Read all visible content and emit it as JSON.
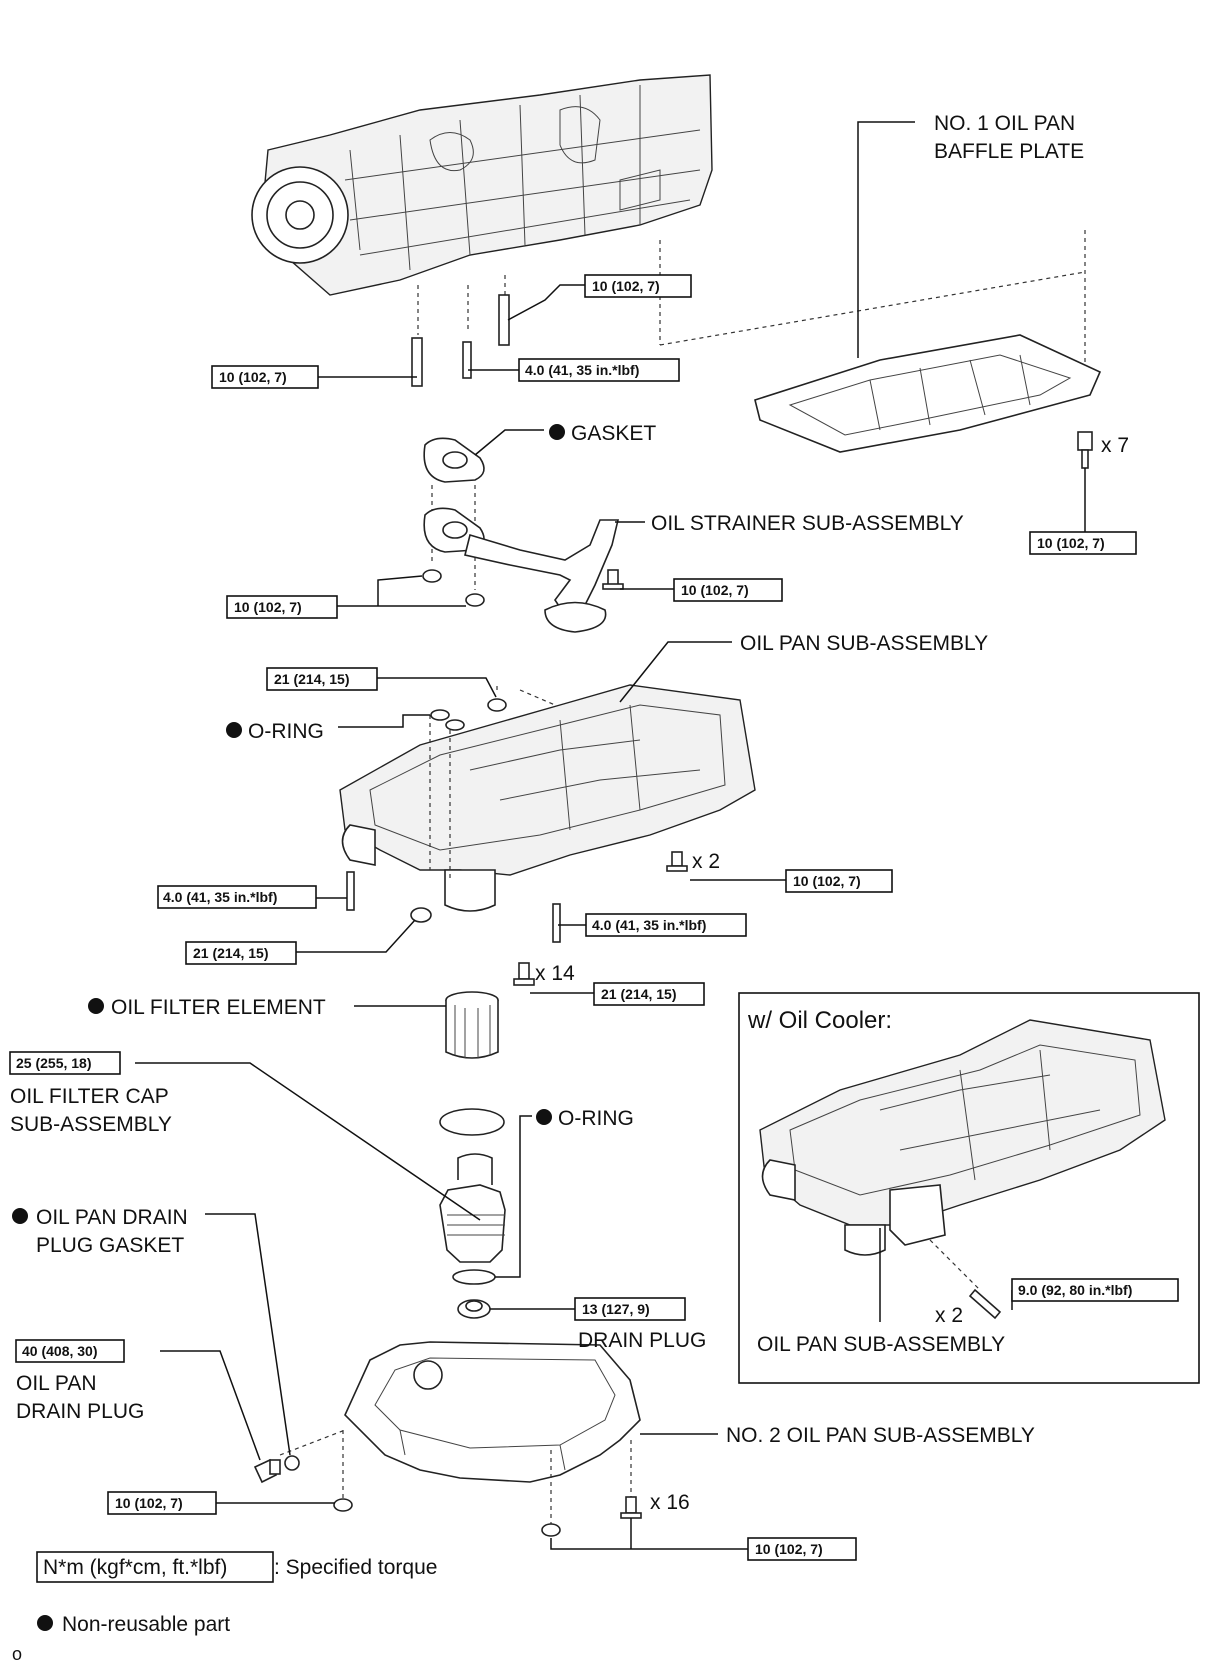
{
  "parts": {
    "baffle_plate_line1": "NO. 1 OIL PAN",
    "baffle_plate_line2": "BAFFLE PLATE",
    "gasket": "GASKET",
    "oil_strainer": "OIL STRAINER SUB-ASSEMBLY",
    "oil_pan_sub_assembly": "OIL PAN SUB-ASSEMBLY",
    "o_ring_upper": "O-RING",
    "oil_filter_element": "OIL FILTER ELEMENT",
    "oil_filter_cap_line1": "OIL FILTER CAP",
    "oil_filter_cap_line2": "SUB-ASSEMBLY",
    "o_ring_lower": "O-RING",
    "drain_plug_gasket_line1": "OIL PAN DRAIN",
    "drain_plug_gasket_line2": "PLUG GASKET",
    "drain_plug": "DRAIN PLUG",
    "oil_pan_drain_plug_line1": "OIL PAN",
    "oil_pan_drain_plug_line2": "DRAIN PLUG",
    "no2_oil_pan": "NO. 2 OIL PAN SUB-ASSEMBLY"
  },
  "quantities": {
    "baffle_bolts": "x 7",
    "pan_bolts_side": "x 2",
    "pan_bolts_bottom": "x 14",
    "no2_pan_bolts": "x 16",
    "cooler_bolts": "x 2"
  },
  "torques": {
    "t_engine_left": "10 (102, 7)",
    "t_engine_mid": "4.0 (41, 35 in.*lbf)",
    "t_engine_right": "10 (102, 7)",
    "t_baffle": "10 (102, 7)",
    "t_strainer_left": "10 (102, 7)",
    "t_strainer_right": "10 (102, 7)",
    "t_pan_top": "21 (214, 15)",
    "t_pan_x2": "10 (102, 7)",
    "t_pan_stud_left": "4.0 (41, 35 in.*lbf)",
    "t_pan_stud_right": "4.0 (41, 35 in.*lbf)",
    "t_pan_nut": "21 (214, 15)",
    "t_pan_x14": "21 (214, 15)",
    "t_filter_cap": "25 (255, 18)",
    "t_drain_plug": "13 (127, 9)",
    "t_oil_pan_drain_plug": "40 (408, 30)",
    "t_no2_left": "10 (102, 7)",
    "t_no2_x16": "10 (102, 7)",
    "t_cooler": "9.0 (92, 80 in.*lbf)"
  },
  "inset": {
    "title": "w/ Oil Cooler:",
    "part_label": "OIL PAN SUB-ASSEMBLY"
  },
  "legend": {
    "torque_box": "N*m (kgf*cm, ft.*lbf)",
    "torque_text": ": Specified torque",
    "non_reusable": "Non-reusable part"
  },
  "footer_mark": "o"
}
